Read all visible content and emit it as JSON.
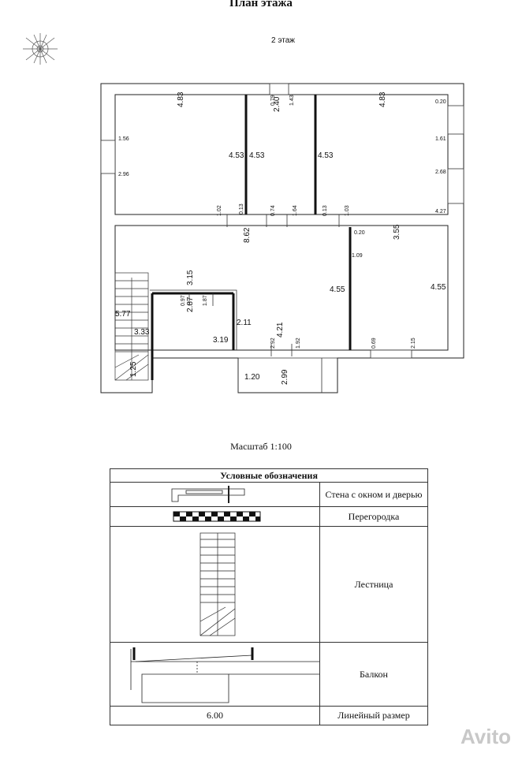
{
  "title": "План этажа",
  "floor": "2 этаж",
  "dimensions": {
    "d1": "4.83",
    "d2": "4.53",
    "d3": "4.53",
    "d4": "0.79",
    "d5": "2.40",
    "d6": "1.43",
    "d7": "4.53",
    "d8": "4.83",
    "d9": "0.20",
    "d10": "1.61",
    "d11": "2.68",
    "d12": "4.27",
    "d13": "1.56",
    "d14": "2.96",
    "d15": "1.02",
    "d16": "0.13",
    "d17": "0.74",
    "d18": "1.64",
    "d19": "0.13",
    "d20": "1.03",
    "d21": "8.62",
    "d22": "0.20",
    "d23": "3.55",
    "d24": "1.09",
    "d25": "4.55",
    "d26": "4.55",
    "d27": "3.15",
    "d28": "2.87",
    "d29": "0.97",
    "d30": "1.87",
    "d31": "5.77",
    "d32": "3.33",
    "d33": "2.11",
    "d34": "4.21",
    "d35": "3.19",
    "d36": "2.92",
    "d37": "1.92",
    "d38": "0.69",
    "d39": "2.15",
    "d40": "1.25",
    "d41": "1.20",
    "d42": "2.99"
  },
  "scale": "Масштаб 1:100",
  "legend": {
    "header": "Условные обозначения",
    "rows": [
      "Стена с окном и дверью",
      "Перегородка",
      "Лестница",
      "Балкон",
      "Линейный размер"
    ],
    "linear_dim_value": "6.00"
  },
  "watermark": "Avito"
}
